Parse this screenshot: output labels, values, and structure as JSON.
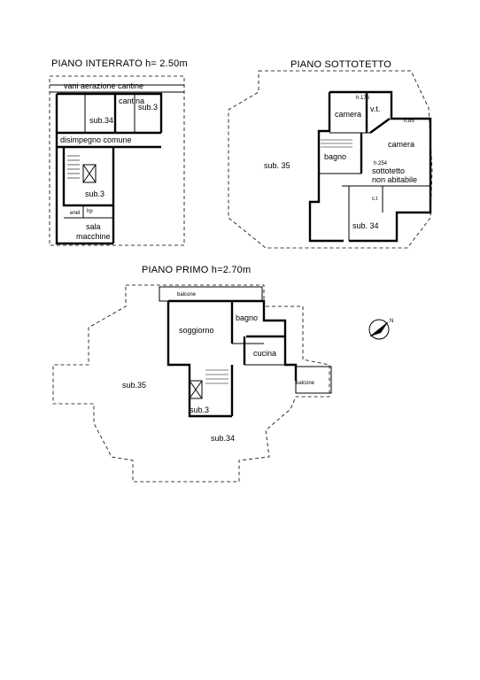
{
  "plans": {
    "basement": {
      "title": "PIANO INTERRATO h= 2.50m",
      "labels": {
        "vani": "vani aerazione cantine",
        "cantina": "cantina",
        "sub3_top": "sub.3",
        "sub34": "sub.34",
        "disimpegno": "disimpegno comune",
        "sub3": "sub.3",
        "enel": "enel",
        "hp": "hp",
        "sala": "sala",
        "macchine": "macchine"
      }
    },
    "attic": {
      "title": "PIANO SOTTOTETTO",
      "labels": {
        "camera1": "camera",
        "vt": "v.t.",
        "camera2": "camera",
        "bagno": "bagno",
        "sottotetto": "sottotetto",
        "non_abitabile": "non abitabile",
        "ct": "c.t",
        "sub34": "sub. 34",
        "sub35": "sub. 35",
        "h1": "h.176",
        "h2": "h.85",
        "h3": "h.254"
      }
    },
    "first": {
      "title": "PIANO PRIMO h=2.70m",
      "labels": {
        "balcone_top": "balcone",
        "bagno": "bagno",
        "soggiorno": "soggiorno",
        "cucina": "cucina",
        "balcone_right": "balcone",
        "sub35": "sub.35",
        "sub3": "sub.3",
        "sub34": "sub.34"
      }
    }
  },
  "compass": {
    "label": "N"
  }
}
